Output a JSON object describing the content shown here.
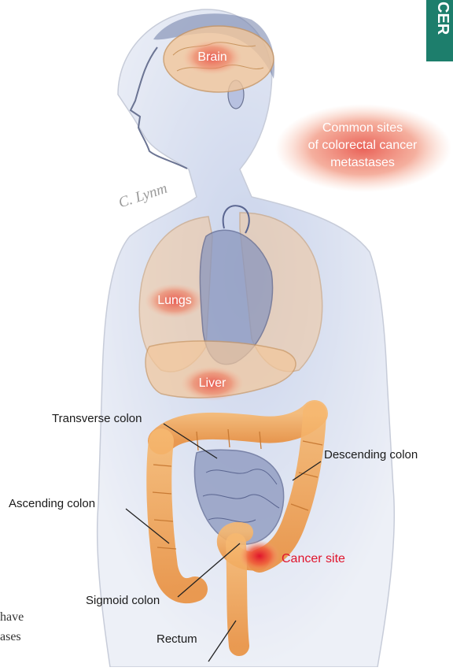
{
  "section_tab": {
    "text": "CER",
    "color": "#1d7e6c"
  },
  "artist_signature": "C. Lynm",
  "heading": {
    "lines": [
      "Common sites",
      "of colorectal cancer",
      "metastases"
    ]
  },
  "organ_labels": {
    "brain": "Brain",
    "lungs": "Lungs",
    "liver": "Liver"
  },
  "anatomy_labels": {
    "transverse_colon": "Transverse colon",
    "descending_colon": "Descending colon",
    "ascending_colon": "Ascending colon",
    "sigmoid_colon": "Sigmoid colon",
    "rectum": "Rectum",
    "cancer_site": "Cancer site"
  },
  "side_text": {
    "line1": "have",
    "line2": "ases"
  },
  "colors": {
    "body_blue": "#8ea3d2",
    "colon_orange": "#f2a65a",
    "glow_red": "#e8574e",
    "cancer_red": "#e0142c",
    "organ_peach": "#f3c79b"
  }
}
